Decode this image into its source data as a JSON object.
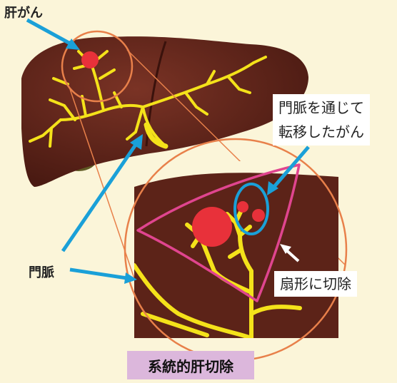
{
  "labels": {
    "liver_cancer": "肝がん",
    "portal_vein": "門脈",
    "metastasis_line1": "門脈を通じて",
    "metastasis_line2": "転移したがん",
    "sector_resection": "扇形に切除",
    "title": "系統的肝切除"
  },
  "colors": {
    "background": "#fbf5d9",
    "liver": "#5c2318",
    "vessel": "#f4e21a",
    "tumor": "#e8313a",
    "arrow_blue": "#1aa0d8",
    "zoom_circle": "#e8804a",
    "sector_outline": "#e0458f",
    "metastasis_ring": "#1aa0d8",
    "title_box": "#dcb7dc"
  }
}
